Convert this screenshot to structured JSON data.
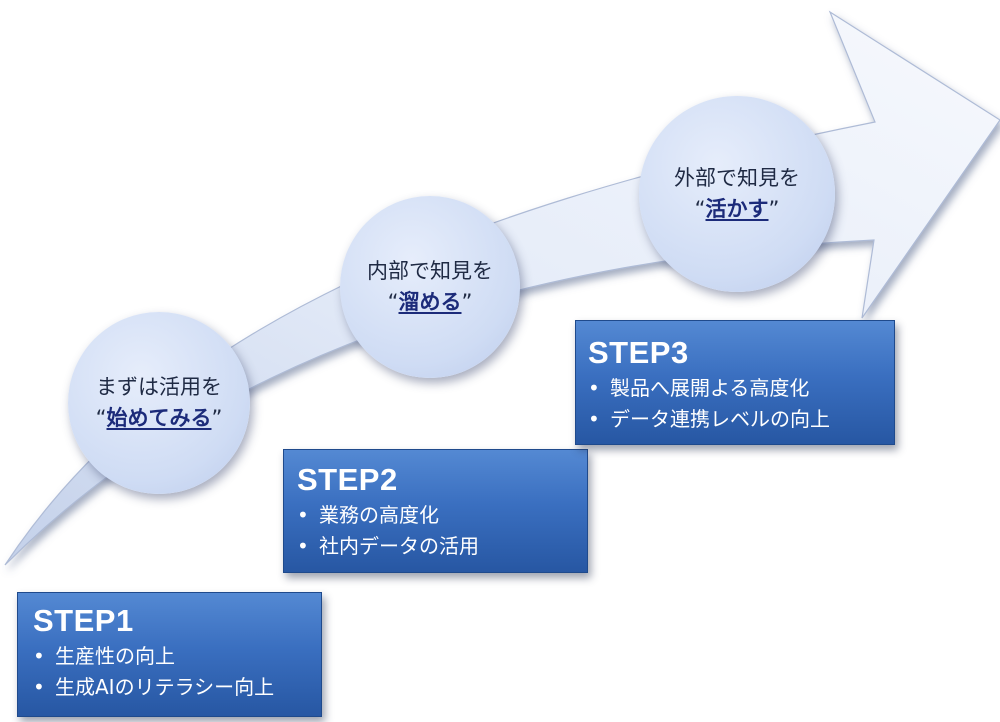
{
  "circles": [
    {
      "line1": "まずは活用を",
      "open_quote": "“",
      "highlight": "始めてみる",
      "close_quote": "”"
    },
    {
      "line1": "内部で知見を",
      "open_quote": "“",
      "highlight": "溜める",
      "close_quote": "”"
    },
    {
      "line1": "外部で知見を",
      "open_quote": "“",
      "highlight": "活かす",
      "close_quote": "”"
    }
  ],
  "steps": [
    {
      "title": "STEP1",
      "items": [
        "生産性の向上",
        "生成AIのリテラシー向上"
      ]
    },
    {
      "title": "STEP2",
      "items": [
        "業務の高度化",
        "社内データの活用"
      ]
    },
    {
      "title": "STEP3",
      "items": [
        "製品へ展開よる高度化",
        "データ連携レベルの向上"
      ]
    }
  ],
  "bullet": "•",
  "colors": {
    "arrow_fill_light": "#f5f8fd",
    "arrow_fill_dark": "#c4d1ea",
    "circle_fill": "#cfdcf4",
    "step_box": "#3a6fc0",
    "highlight_text": "#1c2b7a"
  }
}
